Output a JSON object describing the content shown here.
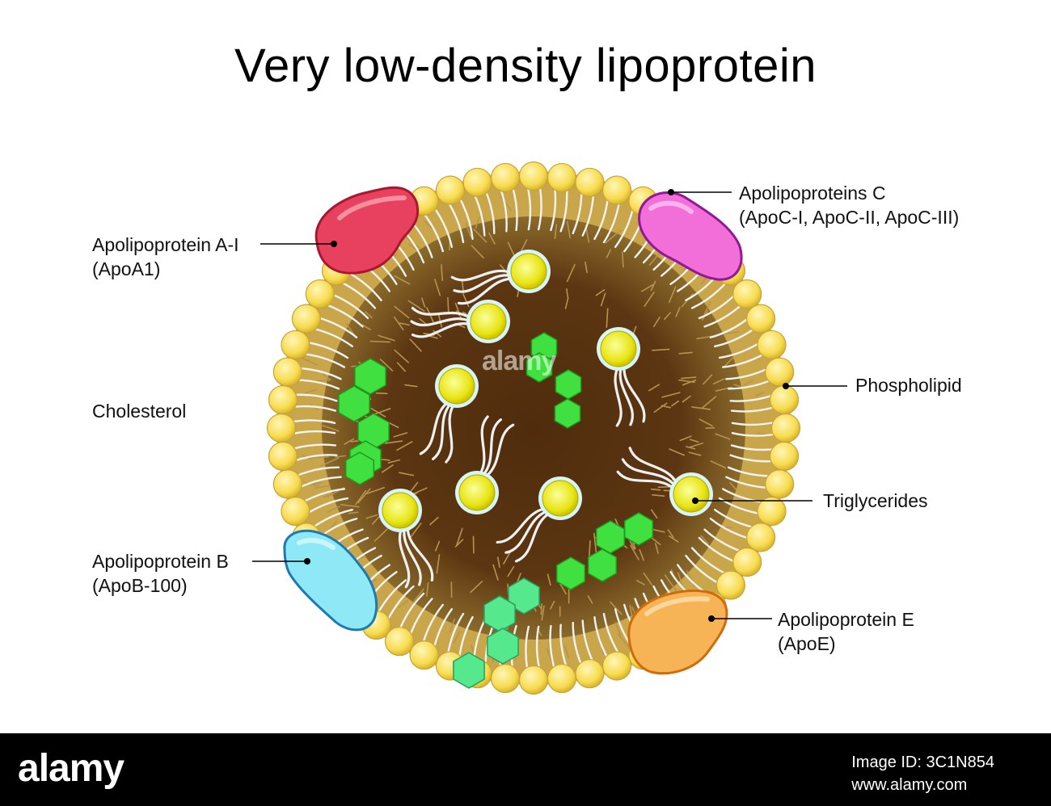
{
  "title": "Very low-density lipoprotein",
  "labels": {
    "apoa1": [
      "Apolipoprotein A-I",
      "(ApoA1)"
    ],
    "cholesterol": [
      "Cholesterol"
    ],
    "apob": [
      "Apolipoprotein B",
      "(ApoB-100)"
    ],
    "apoc": [
      "Apolipoproteins C",
      "(ApoC-I, ApoC-II, ApoC-III)"
    ],
    "phospholipid": [
      "Phospholipid"
    ],
    "triglycerides": [
      "Triglycerides"
    ],
    "apoe": [
      "Apolipoprotein E",
      "(ApoE)"
    ]
  },
  "watermark": "alamy",
  "footer": {
    "brand": "alamy",
    "image_id": "Image ID: 3C1N854",
    "site": "www.alamy.com"
  },
  "colors": {
    "apoa1": "#e8405f",
    "apob": "#8fe8f5",
    "apoc": "#f26ed8",
    "apoe": "#f7b457",
    "phospholipid_head": "#f7dc50",
    "core": "#5a3512",
    "cholesterol": "#3fe03f",
    "cholesterol_light": "#55e88c",
    "triglyceride_head": "#f0ea20"
  }
}
